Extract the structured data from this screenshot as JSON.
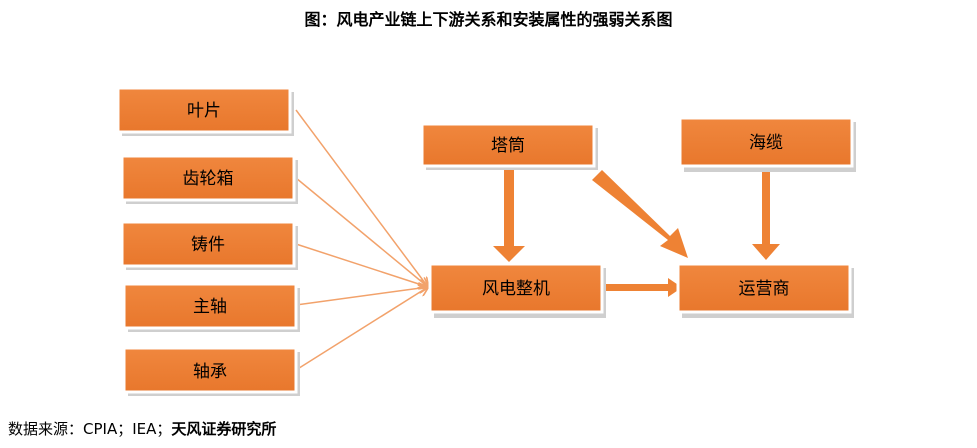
{
  "title": "图：风电产业链上下游关系和安装属性的强弱关系图",
  "source": {
    "prefix": "数据来源：CPIA；IEA；",
    "org": "天风证券研究所"
  },
  "colors": {
    "box_fill": "#ed7d31",
    "shadow": "#cfcfcf",
    "arrow": "#ed7d31",
    "thin_arrow": "#f2a26b"
  },
  "nodes": {
    "blade": "叶片",
    "gearbox": "齿轮箱",
    "casting": "铸件",
    "main_shaft": "主轴",
    "bearing": "轴承",
    "tower": "塔筒",
    "submarine_cable": "海缆",
    "turbine": "风电整机",
    "operator": "运营商"
  }
}
